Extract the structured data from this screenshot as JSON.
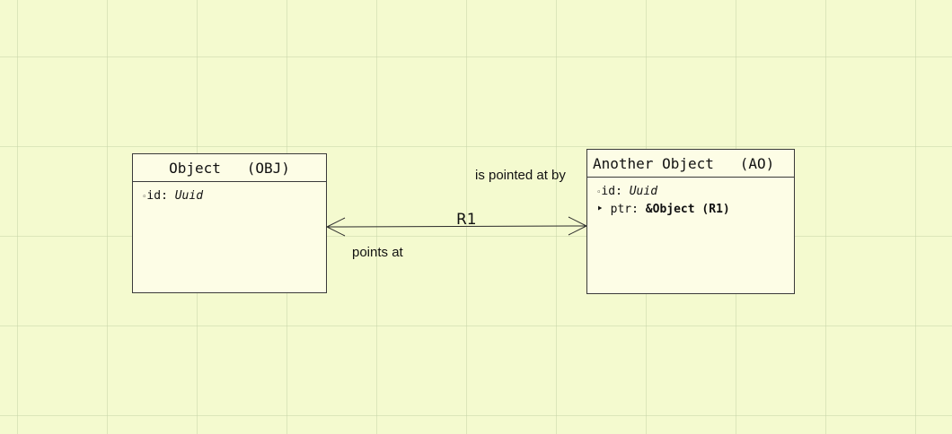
{
  "diagram": {
    "background_color": "#f4facf",
    "box_fill_color": "#fdfde6"
  },
  "objects": [
    {
      "name": "Object",
      "key": "(OBJ)",
      "attributes": [
        {
          "glyph": "◦",
          "name": "id:",
          "type": "Uuid",
          "type_style": "italic"
        }
      ]
    },
    {
      "name": "Another Object",
      "key": "(AO)",
      "attributes": [
        {
          "glyph": "◦",
          "name": "id:",
          "type": "Uuid",
          "type_style": "italic"
        },
        {
          "glyph": "‣",
          "name": "ptr:",
          "type": "&Object (R1)",
          "type_style": "bold"
        }
      ]
    }
  ],
  "relationship": {
    "label": "R1",
    "phrase_near_object": "points at",
    "phrase_near_another_object": "is pointed at by"
  }
}
